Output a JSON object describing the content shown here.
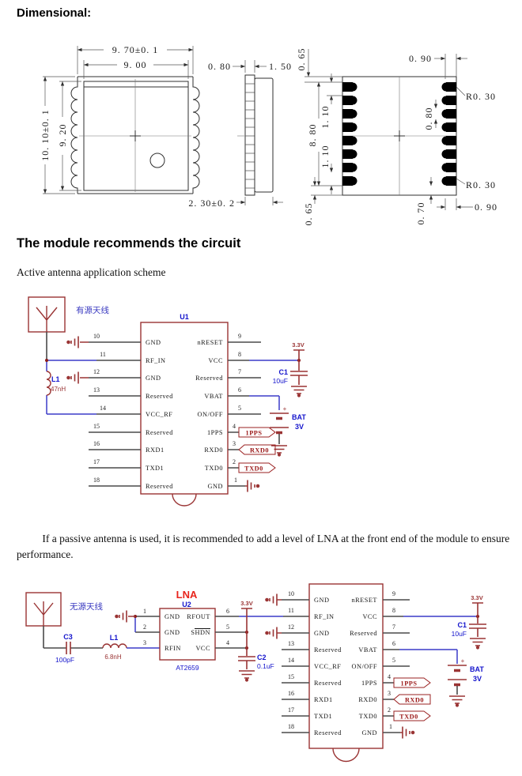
{
  "headings": {
    "dimensional": "Dimensional:",
    "circuit_section": "The module recommends the circuit",
    "active_scheme": "Active antenna application scheme",
    "passive_note": "If a passive antenna is used, it is recommended to add a level of LNA at the front end of the module to ensure performance."
  },
  "dims": {
    "front": {
      "w_outer": "9. 70±0. 1",
      "w_inner": "9. 00",
      "h_outer": "10. 10±0. 1",
      "h_inner": "9. 20"
    },
    "side": {
      "pcb": "0. 80",
      "shield": "1. 50",
      "total": "2. 30±0. 2"
    },
    "back": {
      "margin_top": "0. 65",
      "pitch_top": "1. 10",
      "span": "8. 80",
      "pitch_bottom": "1. 10",
      "margin_bottom": "0. 65",
      "pad_width_top": "0. 90",
      "radius_top": "R0. 30",
      "pad_height": "0. 80",
      "radius_bottom": "R0. 30",
      "offset_bottom": "0. 70",
      "pad_width_bottom": "0. 90"
    }
  },
  "module_pins": {
    "left": [
      {
        "num": "10",
        "name": "GND"
      },
      {
        "num": "11",
        "name": "RF_IN"
      },
      {
        "num": "12",
        "name": "GND"
      },
      {
        "num": "13",
        "name": "Reserved"
      },
      {
        "num": "14",
        "name": "VCC_RF"
      },
      {
        "num": "15",
        "name": "Reserved"
      },
      {
        "num": "16",
        "name": "RXD1"
      },
      {
        "num": "17",
        "name": "TXD1"
      },
      {
        "num": "18",
        "name": "Reserved"
      }
    ],
    "right": [
      {
        "num": "9",
        "name": "nRESET"
      },
      {
        "num": "8",
        "name": "VCC"
      },
      {
        "num": "7",
        "name": "Reserved"
      },
      {
        "num": "6",
        "name": "VBAT"
      },
      {
        "num": "5",
        "name": "ON/OFF"
      },
      {
        "num": "4",
        "name": "1PPS"
      },
      {
        "num": "3",
        "name": "RXD0"
      },
      {
        "num": "2",
        "name": "TXD0"
      },
      {
        "num": "1",
        "name": "GND"
      }
    ]
  },
  "circuit1": {
    "antenna_label": "有源天线",
    "ref": "U1",
    "l1_ref": "L1",
    "l1_value": "47nH",
    "rail": "3.3V",
    "c1_ref": "C1",
    "c1_value": "10uF",
    "bat_plus": "+",
    "bat_ref": "BAT",
    "bat_value": "3V",
    "tag_1pps": "1PPS",
    "tag_rxd0": "RXD0",
    "tag_txd0": "TXD0"
  },
  "circuit2": {
    "antenna_label": "无源天线",
    "lna_title": "LNA",
    "ref": "U2",
    "part": "AT2659",
    "c3_ref": "C3",
    "c3_value": "100pF",
    "l1_ref": "L1",
    "l1_value": "6.8nH",
    "rail": "3.3V",
    "c2_ref": "C2",
    "c2_value": "0.1uF",
    "lna_pins": {
      "left": [
        {
          "num": "1",
          "name": "GND"
        },
        {
          "num": "2",
          "name": "GND"
        },
        {
          "num": "3",
          "name": "RFIN"
        }
      ],
      "right": [
        {
          "num": "6",
          "name": "RFOUT"
        },
        {
          "num": "5",
          "name": "SHDN"
        },
        {
          "num": "4",
          "name": "VCC"
        }
      ]
    },
    "rail2": "3.3V",
    "c1_ref": "C1",
    "c1_value": "10uF",
    "bat_plus": "+",
    "bat_ref": "BAT",
    "bat_value": "3V",
    "tag_1pps": "1PPS",
    "tag_rxd0": "RXD0",
    "tag_txd0": "TXD0"
  },
  "colors": {
    "schematic_red": "#9a3434",
    "wire_blue": "#3c3cc8",
    "label_blue": "#1414cc",
    "lna_red": "#e8241c",
    "net_dark_red": "#9a1515",
    "line_black": "#2f2f2f"
  }
}
